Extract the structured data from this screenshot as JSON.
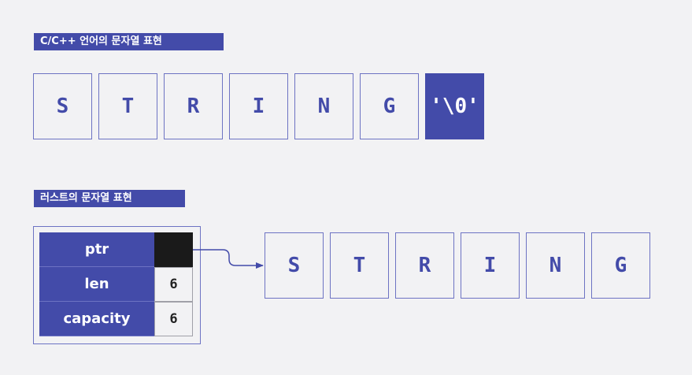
{
  "c_section": {
    "title": "C/C++ 언어의 문자열 표현",
    "chars": [
      "S",
      "T",
      "R",
      "I",
      "N",
      "G"
    ],
    "terminator": "'\\0'"
  },
  "rust_section": {
    "title": "러스트의 문자열 표현",
    "fields": [
      {
        "name": "ptr",
        "value": ""
      },
      {
        "name": "len",
        "value": "6"
      },
      {
        "name": "capacity",
        "value": "6"
      }
    ],
    "chars": [
      "S",
      "T",
      "R",
      "I",
      "N",
      "G"
    ]
  },
  "colors": {
    "accent": "#434ba9",
    "border": "#6d73c3",
    "pointer": "#1a1a1a",
    "background": "#f2f2f4"
  }
}
